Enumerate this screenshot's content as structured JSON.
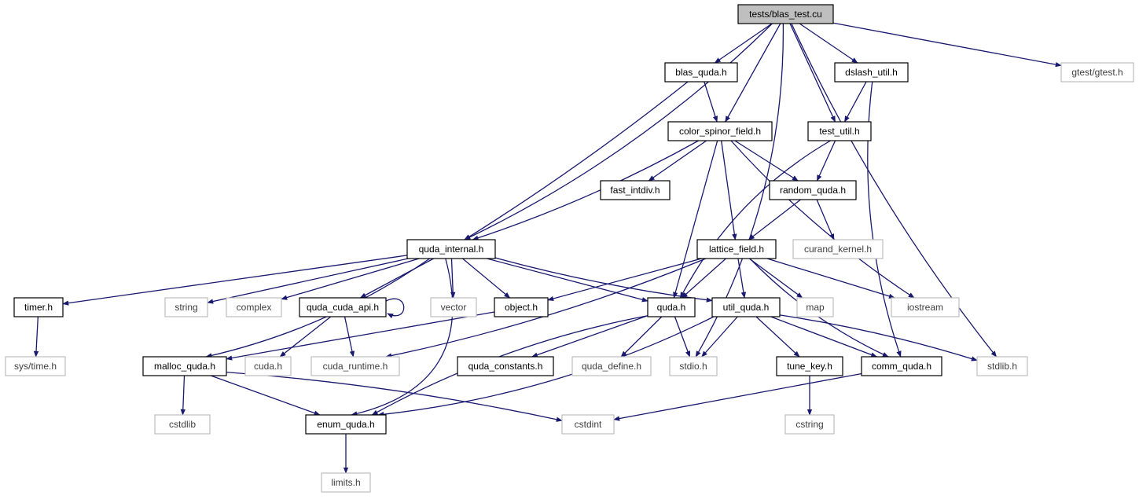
{
  "graph": {
    "colors": {
      "edge": "#191970",
      "root_fill": "#bfbfbf",
      "node_fill": "#ffffff",
      "documented_border": "#000000",
      "undocumented_border": "#bfbfbf",
      "documented_text": "#000000",
      "undocumented_text": "#404040"
    },
    "nodes": [
      {
        "id": "blas_test",
        "label": "tests/blas_test.cu",
        "kind": "root"
      },
      {
        "id": "blas_quda",
        "label": "blas_quda.h",
        "kind": "documented"
      },
      {
        "id": "dslash_util",
        "label": "dslash_util.h",
        "kind": "documented"
      },
      {
        "id": "gtest",
        "label": "gtest/gtest.h",
        "kind": "external"
      },
      {
        "id": "color_spinor_field",
        "label": "color_spinor_field.h",
        "kind": "documented"
      },
      {
        "id": "test_util",
        "label": "test_util.h",
        "kind": "documented"
      },
      {
        "id": "fast_intdiv",
        "label": "fast_intdiv.h",
        "kind": "documented"
      },
      {
        "id": "random_quda",
        "label": "random_quda.h",
        "kind": "documented"
      },
      {
        "id": "quda_internal",
        "label": "quda_internal.h",
        "kind": "documented"
      },
      {
        "id": "lattice_field",
        "label": "lattice_field.h",
        "kind": "documented"
      },
      {
        "id": "curand_kernel",
        "label": "curand_kernel.h",
        "kind": "external"
      },
      {
        "id": "timer",
        "label": "timer.h",
        "kind": "documented"
      },
      {
        "id": "string",
        "label": "string",
        "kind": "external"
      },
      {
        "id": "complex",
        "label": "complex",
        "kind": "external"
      },
      {
        "id": "quda_cuda_api",
        "label": "quda_cuda_api.h",
        "kind": "documented"
      },
      {
        "id": "vector",
        "label": "vector",
        "kind": "external"
      },
      {
        "id": "object",
        "label": "object.h",
        "kind": "documented"
      },
      {
        "id": "quda",
        "label": "quda.h",
        "kind": "documented"
      },
      {
        "id": "util_quda",
        "label": "util_quda.h",
        "kind": "documented"
      },
      {
        "id": "map",
        "label": "map",
        "kind": "external"
      },
      {
        "id": "iostream",
        "label": "iostream",
        "kind": "external"
      },
      {
        "id": "sys_time",
        "label": "sys/time.h",
        "kind": "external"
      },
      {
        "id": "malloc_quda",
        "label": "malloc_quda.h",
        "kind": "documented"
      },
      {
        "id": "cuda",
        "label": "cuda.h",
        "kind": "external"
      },
      {
        "id": "cuda_runtime",
        "label": "cuda_runtime.h",
        "kind": "external"
      },
      {
        "id": "quda_constants",
        "label": "quda_constants.h",
        "kind": "documented"
      },
      {
        "id": "quda_define",
        "label": "quda_define.h",
        "kind": "external"
      },
      {
        "id": "stdio",
        "label": "stdio.h",
        "kind": "external"
      },
      {
        "id": "tune_key",
        "label": "tune_key.h",
        "kind": "documented"
      },
      {
        "id": "comm_quda",
        "label": "comm_quda.h",
        "kind": "documented"
      },
      {
        "id": "stdlib",
        "label": "stdlib.h",
        "kind": "external"
      },
      {
        "id": "cstdlib",
        "label": "cstdlib",
        "kind": "external"
      },
      {
        "id": "enum_quda",
        "label": "enum_quda.h",
        "kind": "documented"
      },
      {
        "id": "cstdint",
        "label": "cstdint",
        "kind": "external"
      },
      {
        "id": "cstring",
        "label": "cstring",
        "kind": "external"
      },
      {
        "id": "limits",
        "label": "limits.h",
        "kind": "external"
      }
    ],
    "edges": [
      {
        "from": "blas_test",
        "to": "blas_quda"
      },
      {
        "from": "blas_test",
        "to": "dslash_util"
      },
      {
        "from": "blas_test",
        "to": "gtest"
      },
      {
        "from": "blas_test",
        "to": "color_spinor_field"
      },
      {
        "from": "blas_test",
        "to": "test_util"
      },
      {
        "from": "blas_test",
        "to": "quda_internal"
      },
      {
        "from": "blas_test",
        "to": "stdio"
      },
      {
        "from": "blas_test",
        "to": "stdlib"
      },
      {
        "from": "blas_quda",
        "to": "color_spinor_field"
      },
      {
        "from": "blas_quda",
        "to": "quda_internal"
      },
      {
        "from": "dslash_util",
        "to": "test_util"
      },
      {
        "from": "dslash_util",
        "to": "comm_quda"
      },
      {
        "from": "color_spinor_field",
        "to": "quda_internal"
      },
      {
        "from": "color_spinor_field",
        "to": "fast_intdiv"
      },
      {
        "from": "color_spinor_field",
        "to": "random_quda"
      },
      {
        "from": "color_spinor_field",
        "to": "lattice_field"
      },
      {
        "from": "color_spinor_field",
        "to": "quda"
      },
      {
        "from": "color_spinor_field",
        "to": "iostream"
      },
      {
        "from": "test_util",
        "to": "random_quda"
      },
      {
        "from": "test_util",
        "to": "quda"
      },
      {
        "from": "random_quda",
        "to": "lattice_field"
      },
      {
        "from": "random_quda",
        "to": "curand_kernel"
      },
      {
        "from": "quda_internal",
        "to": "timer"
      },
      {
        "from": "quda_internal",
        "to": "string"
      },
      {
        "from": "quda_internal",
        "to": "complex"
      },
      {
        "from": "quda_internal",
        "to": "quda_cuda_api"
      },
      {
        "from": "quda_internal",
        "to": "vector"
      },
      {
        "from": "quda_internal",
        "to": "object"
      },
      {
        "from": "quda_internal",
        "to": "quda"
      },
      {
        "from": "quda_internal",
        "to": "util_quda"
      },
      {
        "from": "quda_internal",
        "to": "malloc_quda"
      },
      {
        "from": "quda_internal",
        "to": "enum_quda"
      },
      {
        "from": "lattice_field",
        "to": "quda"
      },
      {
        "from": "lattice_field",
        "to": "util_quda"
      },
      {
        "from": "lattice_field",
        "to": "object"
      },
      {
        "from": "lattice_field",
        "to": "map"
      },
      {
        "from": "lattice_field",
        "to": "iostream"
      },
      {
        "from": "lattice_field",
        "to": "comm_quda"
      },
      {
        "from": "lattice_field",
        "to": "cuda_runtime"
      },
      {
        "from": "timer",
        "to": "sys_time"
      },
      {
        "from": "quda_cuda_api",
        "to": "quda_cuda_api"
      },
      {
        "from": "quda_cuda_api",
        "to": "cuda"
      },
      {
        "from": "quda_cuda_api",
        "to": "cuda_runtime"
      },
      {
        "from": "object",
        "to": "malloc_quda"
      },
      {
        "from": "quda",
        "to": "quda_constants"
      },
      {
        "from": "quda",
        "to": "quda_define"
      },
      {
        "from": "quda",
        "to": "stdio"
      },
      {
        "from": "quda",
        "to": "enum_quda"
      },
      {
        "from": "util_quda",
        "to": "stdio"
      },
      {
        "from": "util_quda",
        "to": "tune_key"
      },
      {
        "from": "util_quda",
        "to": "comm_quda"
      },
      {
        "from": "util_quda",
        "to": "stdlib"
      },
      {
        "from": "util_quda",
        "to": "enum_quda"
      },
      {
        "from": "malloc_quda",
        "to": "cstdlib"
      },
      {
        "from": "malloc_quda",
        "to": "enum_quda"
      },
      {
        "from": "malloc_quda",
        "to": "cstdint"
      },
      {
        "from": "tune_key",
        "to": "cstring"
      },
      {
        "from": "comm_quda",
        "to": "cstdint"
      },
      {
        "from": "enum_quda",
        "to": "limits"
      }
    ]
  }
}
